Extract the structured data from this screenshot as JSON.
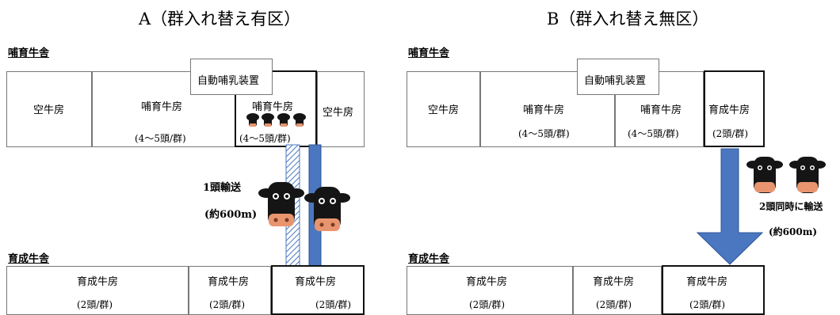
{
  "panel_a": {
    "title": "A（群入れ替え有区）",
    "calf_barn": "哺育牛舎",
    "heifer_barn": "育成牛舎",
    "feeder": "自動哺乳装置",
    "empty_left": "空牛房",
    "calf_pen": "哺育牛房",
    "calf_pen_count": "(4～5頭/群)",
    "calf_pen_right": "哺育牛房",
    "calf_pen_right_count": "(4～5頭/群)",
    "empty_right": "空牛房",
    "transport": "1頭輸送",
    "distance": "(約600m)",
    "heifer_pens": [
      {
        "label": "育成牛房",
        "count": "(2頭/群)"
      },
      {
        "label": "育成牛房",
        "count": "(2頭/群)"
      },
      {
        "label": "育成牛房",
        "count": "(2頭/群)"
      }
    ]
  },
  "panel_b": {
    "title": "B（群入れ替え無区）",
    "calf_barn": "哺育牛舎",
    "heifer_barn": "育成牛舎",
    "feeder": "自動哺乳装置",
    "empty_left": "空牛房",
    "calf_pen": "哺育牛房",
    "calf_pen_count": "(4～5頭/群)",
    "calf_pen_mid": "哺育牛房",
    "calf_pen_mid_count": "(4～5頭/群)",
    "heifer_pen_top": "育成牛房",
    "heifer_pen_top_count": "(2頭/群)",
    "transport": "2頭同時に輸送",
    "distance": "(約600m)",
    "heifer_pens": [
      {
        "label": "育成牛房",
        "count": "(2頭/群)"
      },
      {
        "label": "育成牛房",
        "count": "(2頭/群)"
      },
      {
        "label": "育成牛房",
        "count": "(2頭/群)"
      }
    ]
  },
  "colors": {
    "arrow_fill": "#4a77bf",
    "arrow_stroke": "#2f5597",
    "hatch_stroke": "#4a77bf",
    "cow_body": "#151515",
    "cow_muzzle": "#e8956f"
  },
  "icons": [
    "calf-icon",
    "cow-head-icon",
    "down-arrow-icon",
    "hatched-arrow-icon"
  ]
}
